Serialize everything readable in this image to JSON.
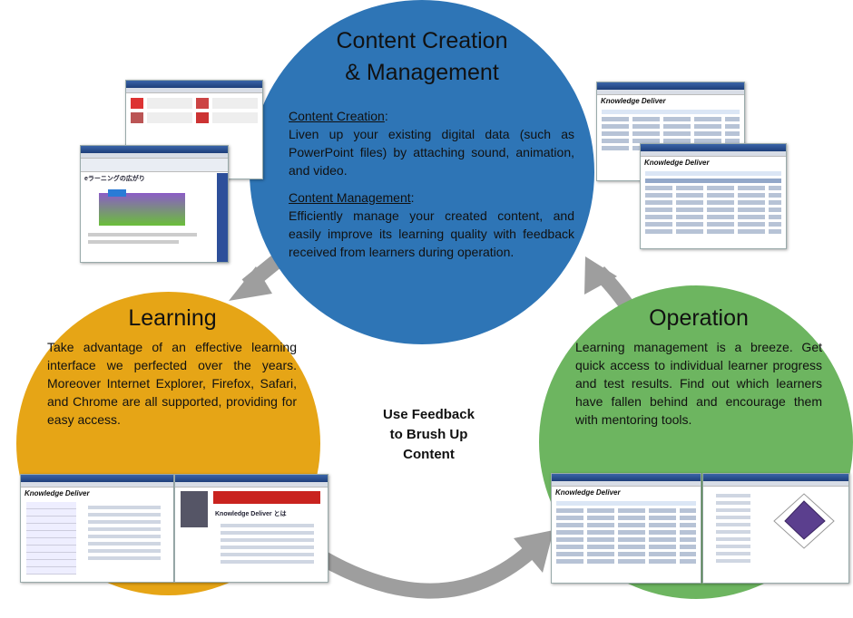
{
  "diagram": {
    "content_circle": {
      "title_line1": "Content Creation",
      "title_line2": "& Management",
      "creation_heading": "Content Creation",
      "creation_heading_suffix": ":",
      "creation_text": "Liven up your existing digital data (such as PowerPoint files) by attaching sound, animation, and video.",
      "management_heading": "Content Management",
      "management_heading_suffix": ":",
      "management_text": "Efficiently manage your created content, and easily improve its learning quality with feedback received from learners during operation."
    },
    "learning_circle": {
      "title": "Learning",
      "text": "Take advantage of an effective learning interface we perfected over the years. Moreover Internet Explorer, Firefox, Safari, and Chrome are all supported, providing for easy access."
    },
    "operation_circle": {
      "title": "Operation",
      "text": "Learning management is a breeze. Get quick access to individual learner progress and test results. Find out which learners have fallen behind and encourage them with mentoring tools."
    },
    "center_label": {
      "line1": "Use Feedback",
      "line2": "to Brush Up",
      "line3": "Content"
    },
    "screenshots": {
      "brand": "Knowledge Deliver",
      "slide_heading": "eラーニングの広がり",
      "intro_heading": "Knowledge Deliver とは"
    },
    "colors": {
      "content": "#2e75b6",
      "learning": "#e6a516",
      "operation": "#6db560",
      "arrows": "#9e9e9e"
    }
  }
}
